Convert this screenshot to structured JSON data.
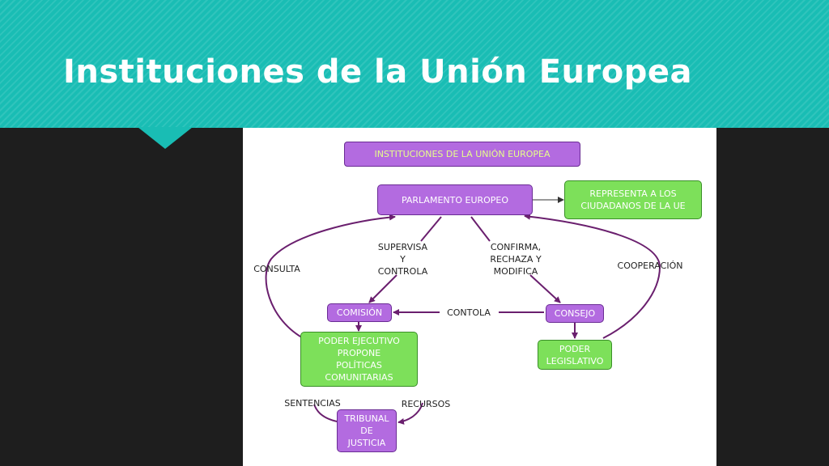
{
  "slide": {
    "title": "Instituciones de la Unión Europea"
  },
  "diagram": {
    "nodes": {
      "heading": "INSTITUCIONES DE LA UNIÓN EUROPEA",
      "parlamento": "PARLAMENTO EUROPEO",
      "representa": "REPRESENTA A LOS\nCIUDADANOS DE LA UE",
      "comision": "COMISIÓN",
      "consejo": "CONSEJO",
      "poder_ejecutivo": "PODER EJECUTIVO\nPROPONE\nPOLÍTICAS\nCOMUNITARIAS",
      "poder_legislativo": "PODER\nLEGISLATIVO",
      "tribunal": "TRIBUNAL\nDE\nJUSTICIA"
    },
    "edge_labels": {
      "supervisa": "SUPERVISA\nY\nCONTROLA",
      "confirma": "CONFIRMA,\nRECHAZA Y\nMODIFICA",
      "consulta": "CONSULTA",
      "cooperacion": "COOPERACIÓN",
      "contola": "CONTOLA",
      "sentencias": "SENTENCIAS",
      "recursos": "RECURSOS"
    },
    "colors": {
      "purple": "#b36be0",
      "green": "#7de05a",
      "arrow": "#6a1f6e",
      "teal": "#19bdb4"
    }
  }
}
